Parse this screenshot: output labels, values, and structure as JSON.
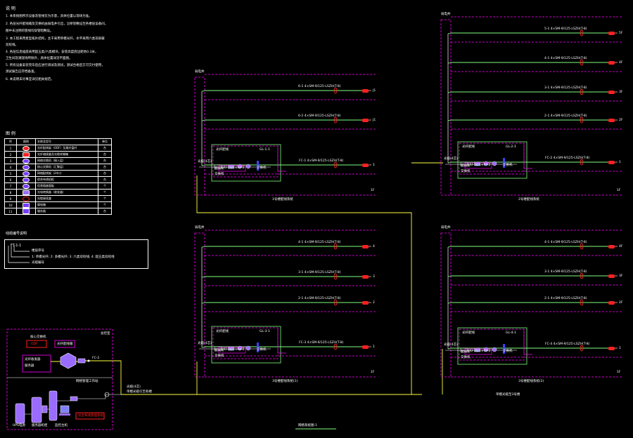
{
  "notes": {
    "title": "说 明",
    "lines": [
      "1. 本系统图所示设备及管线仅为示意，具体位置以现场为准。",
      "2. 各层光纤配线箱及交换机由弱电井引出，沿桥架敷设至各楼层设备间，",
      "   图中未注明的管线均穿管暗敷设。",
      "3. 本工程采用星型拓扑结构，主干采用单模光纤，水平采用六类非屏蔽",
      "   双绞线。",
      "4. 各层信息插座采用超五类/六类模块，安装高度底边距地0.3米，",
      "   卫生间及潮湿场所除外，具体位置详见平面图。",
      "5. 所有设备安装完毕后应进行调试及测试，测试合格后方可交付使用，",
      "   测试报告应存档备查。",
      "6. 本说明未尽事宜详见相关规范。"
    ]
  },
  "legend": {
    "title": "图 例",
    "headers": [
      "序",
      "图例",
      "名称及型号",
      "单位"
    ],
    "rows": [
      [
        "1",
        "",
        "光纤配线架（ODF）及尾纤盘纤",
        "台"
      ],
      [
        "2",
        "",
        "光纤熔接盒及光缆终端箱",
        "台"
      ],
      [
        "3",
        "",
        "网络交换机（接入层）",
        "台"
      ],
      [
        "4",
        "",
        "核心交换机（汇聚层）",
        "台"
      ],
      [
        "5",
        "",
        "网络配线架（24口）",
        "台"
      ],
      [
        "6",
        "",
        "综合布线机柜",
        "台"
      ],
      [
        "7",
        "",
        "信息插座面板",
        "个"
      ],
      [
        "8",
        "",
        "光电转换器（收发器）",
        "个"
      ],
      [
        "9",
        "",
        "光缆接续盒",
        "个"
      ],
      [
        "10",
        "",
        "弱电箱",
        "个"
      ],
      [
        "11",
        "",
        "服务器",
        "台"
      ]
    ]
  },
  "cable_note": {
    "title": "线缆编号说明",
    "code": "FT-1-1",
    "lines": [
      "楼层序号",
      "1: 单模光纤; 2: 多模光纤; 3: 六类双绞线; 4: 超五类双绞线",
      "光缆编号"
    ]
  },
  "control_room": {
    "label": "总控室",
    "device1": "核心交换机",
    "device1_sub": "ODF",
    "device2": "光纤配线箱",
    "device3": "光纤收发器",
    "device4": "服务器",
    "link_label": "FC-2",
    "lower_label": "网络管理工作站",
    "pc_label": "监控主机",
    "server_label": "服务器机柜",
    "ups_label": "UPS电源",
    "red_box": "综合布线管理系统",
    "out_label": "光缆(4芯)",
    "out_label2": "单模光缆引至各楼"
  },
  "panels": [
    {
      "id": "p1",
      "corner": "弱电井",
      "box_title": "光纤配线",
      "box_code": "GL-1-1",
      "sub1": "配线架",
      "sub2": "交换机",
      "inner1": "LIU-24/1×FP-2",
      "inner2": "交换机",
      "feed": "光缆(4芯)",
      "caption": "1号楼配线系统",
      "rows": [
        {
          "label": "6-1 4×SM-9/125-LSZH(T-8)",
          "tag": "J1"
        },
        {
          "label": "6-2 4×SM-9/125-LSZH(T-8)",
          "tag": "J1"
        },
        {
          "label": "FC-1 4×SM-9/125-LSZH(T-8)",
          "tag": "1"
        }
      ],
      "bottom_tag": "1F"
    },
    {
      "id": "p2",
      "corner": "弱电井",
      "box_title": "光纤配线",
      "box_code": "GL-2-1",
      "sub1": "配线架",
      "sub2": "交换机",
      "inner1": "LIU-24/1×FP-2",
      "inner2": "交换机",
      "feed": "光缆(4芯)",
      "caption": "2号楼配线系统",
      "rows": [
        {
          "label": "5-1 4×SM-9/125-LSZH(T-8)",
          "tag": "5F"
        },
        {
          "label": "4-1 4×SM-9/125-LSZH(T-8)",
          "tag": "4F"
        },
        {
          "label": "3-1 4×SM-9/125-LSZH(T-8)",
          "tag": "3F"
        },
        {
          "label": "2-1 4×SM-9/125-LSZH(T-8)",
          "tag": "2F"
        },
        {
          "label": "FC-2 4×SM-9/125-LSZH(T-8)",
          "tag": "1"
        }
      ],
      "bottom_tag": "1F"
    },
    {
      "id": "p3",
      "corner": "弱电井",
      "box_title": "光纤配线",
      "box_code": "GL-3-1",
      "sub1": "配线架",
      "sub2": "交换机",
      "inner1": "LIU-24/1×FP-2",
      "inner2": "交换机",
      "feed": "光缆(4芯)",
      "caption": "3号楼配线系统(1)",
      "rows": [
        {
          "label": "4-1 4×SM-9/125-LSZH(T-8)",
          "tag": "4"
        },
        {
          "label": "3-1 4×SM-9/125-LSZH(T-8)",
          "tag": "3"
        },
        {
          "label": "2-1 4×SM-9/125-LSZH(T-8)",
          "tag": "2"
        },
        {
          "label": "FC-3 4×SM-9/125-LSZH(T-8)",
          "tag": "1"
        }
      ],
      "bottom_tag": "1F"
    },
    {
      "id": "p4",
      "corner": "弱电井",
      "box_title": "光纤配线",
      "box_code": "GL-4-1",
      "sub1": "配线架",
      "sub2": "交换机",
      "inner1": "LIU-24/1×FP-2",
      "inner2": "交换机",
      "feed": "光缆(4芯)",
      "caption": "3号楼配线系统(2)",
      "rows": [
        {
          "label": "4-1 4×SM-9/125-LSZH(T-8)",
          "tag": "4F"
        },
        {
          "label": "3-1 4×SM-9/125-LSZH(T-8)",
          "tag": "3F"
        },
        {
          "label": "2-1 4×SM-9/125-LSZH(T-8)",
          "tag": "2F"
        },
        {
          "label": "FC-4 4×SM-9/125-LSZH(T-8)",
          "tag": "1"
        }
      ],
      "bottom_tag": "1F"
    }
  ],
  "trunk_label": "单模光缆至3号楼",
  "bottom_caption": "网络系统图-1",
  "colors": {
    "magenta": "#ff00ff",
    "green": "#80ff80",
    "yellow": "#ffff40",
    "red": "#ff2020",
    "blue": "#4040ff",
    "white": "#ffffff",
    "purple": "#9a6bff"
  }
}
